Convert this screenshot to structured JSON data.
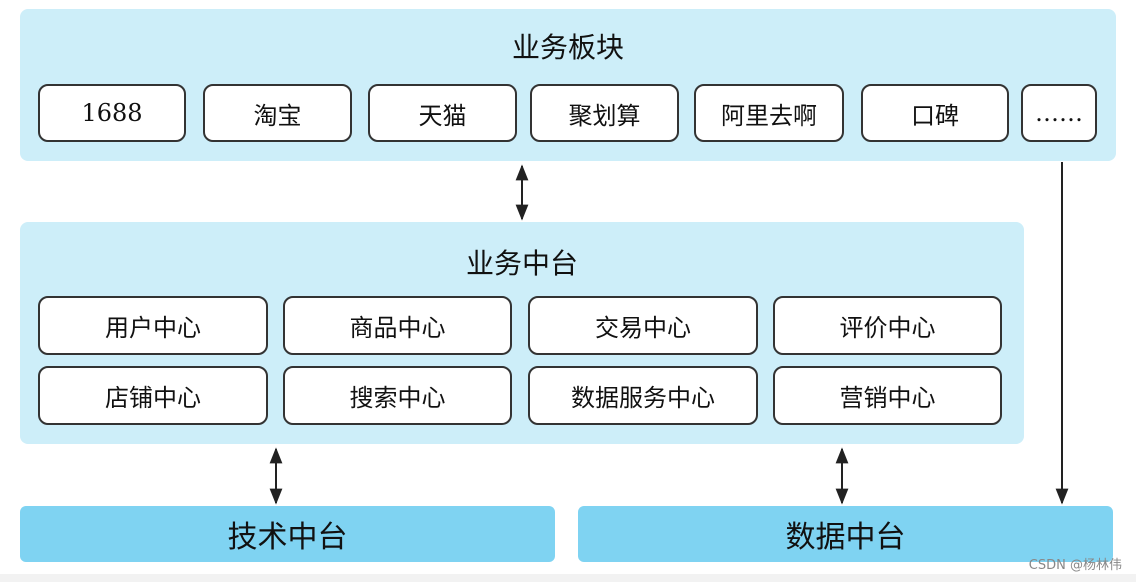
{
  "business_segments": {
    "title": "业务板块",
    "items": [
      "1688",
      "淘宝",
      "天猫",
      "聚划算",
      "阿里去啊",
      "口碑",
      "……"
    ]
  },
  "business_middle": {
    "title": "业务中台",
    "row1": [
      "用户中心",
      "商品中心",
      "交易中心",
      "评价中心"
    ],
    "row2": [
      "店铺中心",
      "搜索中心",
      "数据服务中心",
      "营销中心"
    ]
  },
  "tech_middle": {
    "label": "技术中台"
  },
  "data_middle": {
    "label": "数据中台"
  },
  "watermark": "CSDN @杨林伟",
  "colors": {
    "panel_bg": "#cdeef9",
    "bar_bg": "#7fd3f2",
    "box_border": "#333333"
  }
}
